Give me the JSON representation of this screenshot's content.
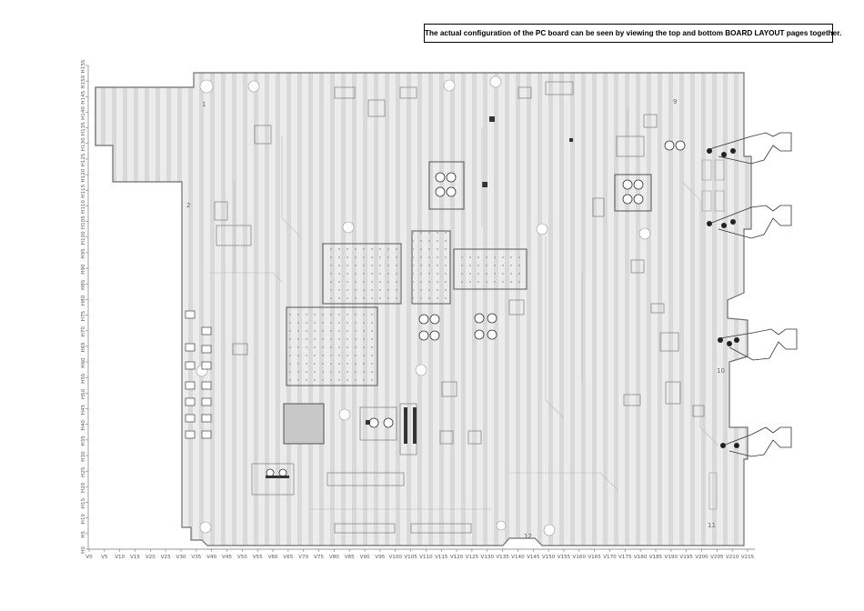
{
  "notice": {
    "text": "The actual configuration of the PC board can be seen by viewing the top and bottom BOARD LAYOUT pages together."
  },
  "axes": {
    "y_labels": [
      "0",
      "5",
      "10",
      "15",
      "20",
      "25",
      "30",
      "35",
      "40",
      "45",
      "50",
      "55",
      "60",
      "65",
      "70",
      "75",
      "80",
      "85",
      "90",
      "95",
      "100",
      "105",
      "110",
      "115",
      "120",
      "125",
      "130",
      "135",
      "140",
      "145",
      "150",
      "155"
    ],
    "y_prefix": "H",
    "x_labels": [
      "0",
      "5",
      "10",
      "15",
      "20",
      "25",
      "30",
      "35",
      "40",
      "45",
      "50",
      "55",
      "60",
      "65",
      "70",
      "75",
      "80",
      "85",
      "90",
      "95",
      "100",
      "105",
      "110",
      "115",
      "120",
      "125",
      "130",
      "135",
      "140",
      "145",
      "150",
      "155",
      "160",
      "165",
      "170",
      "175",
      "180",
      "185",
      "190",
      "195",
      "200",
      "205",
      "210",
      "215"
    ],
    "x_prefix": "V"
  },
  "board_marks": [
    "1",
    "2",
    "9",
    "10",
    "11",
    "12"
  ],
  "colors": {
    "board": "#e9e9e9",
    "trace": "#d4d4d4",
    "outline": "#7a7a7a",
    "component": "#8c8c8c",
    "dark": "#333333"
  }
}
